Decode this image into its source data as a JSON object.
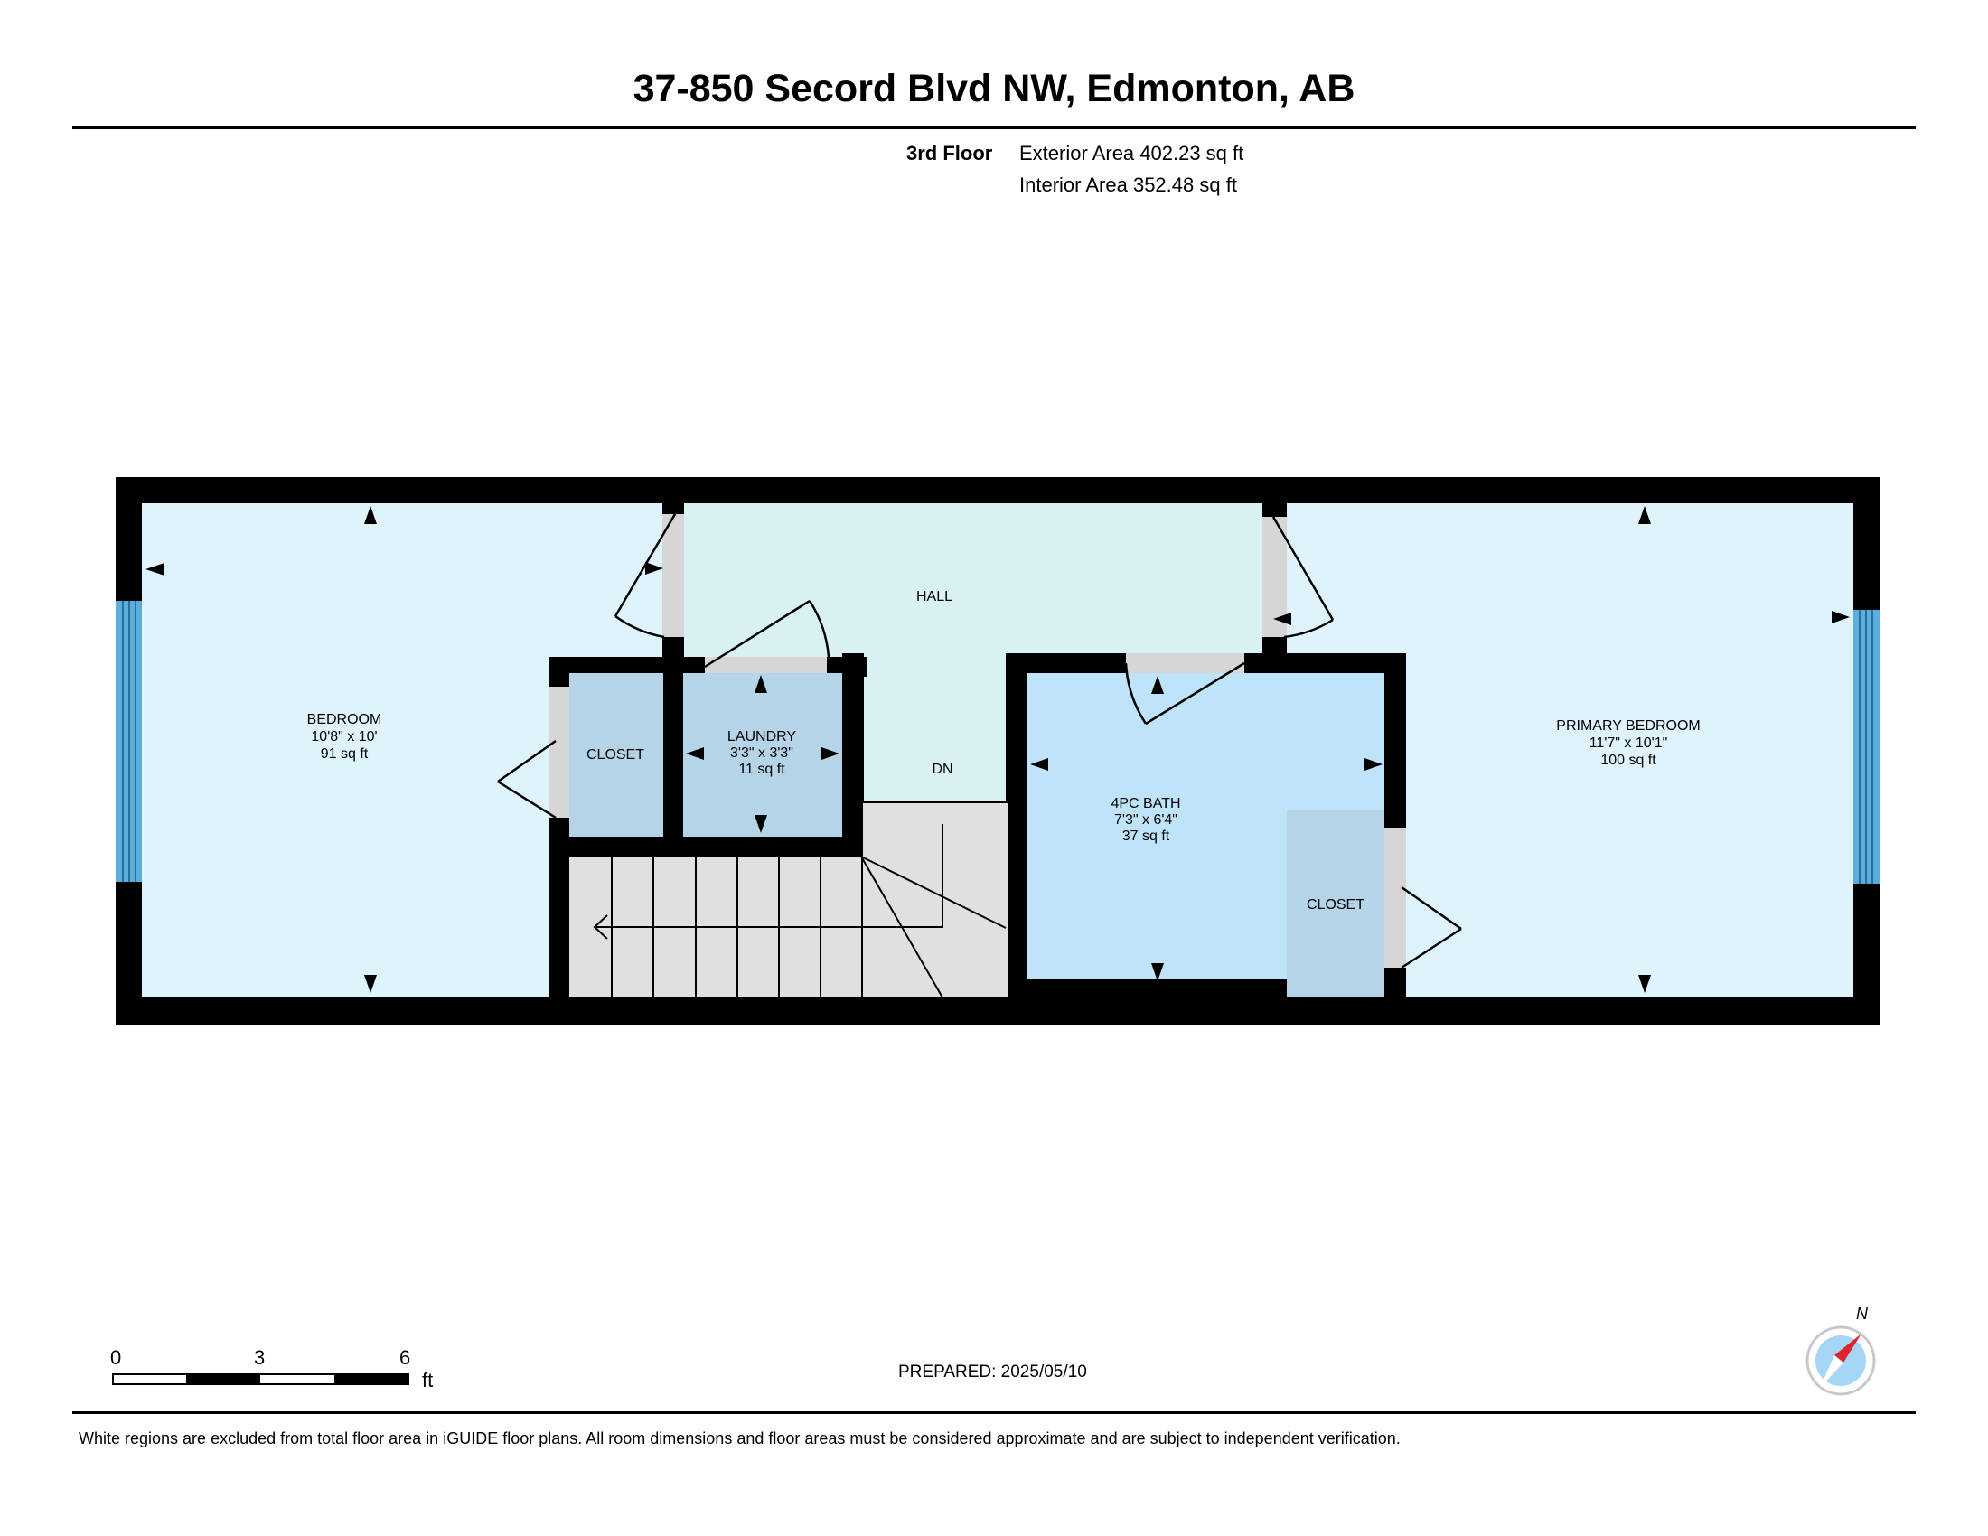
{
  "header": {
    "title": "37-850 Secord Blvd NW, Edmonton, AB",
    "floor_name": "3rd Floor",
    "exterior_area": "Exterior Area 402.23 sq ft",
    "interior_area": "Interior Area 352.48 sq ft"
  },
  "rooms": {
    "bedroom": {
      "name": "BEDROOM",
      "dims": "10'8\" x 10'",
      "area": "91 sq ft"
    },
    "closet_left": {
      "name": "CLOSET"
    },
    "laundry": {
      "name": "LAUNDRY",
      "dims": "3'3\" x 3'3\"",
      "area": "11 sq ft"
    },
    "hall": {
      "name": "HALL"
    },
    "stairs": {
      "label": "DN"
    },
    "bath": {
      "name": "4PC BATH",
      "dims": "7'3\" x 6'4\"",
      "area": "37 sq ft"
    },
    "closet_right": {
      "name": "CLOSET"
    },
    "primary_bedroom": {
      "name": "PRIMARY BEDROOM",
      "dims": "11'7\" x 10'1\"",
      "area": "100 sq ft"
    }
  },
  "scale_bar": {
    "ticks": [
      "0",
      "3",
      "6"
    ],
    "unit": "ft"
  },
  "prepared": "PREPARED: 2025/05/10",
  "compass": {
    "label": "N"
  },
  "footer": {
    "disclaimer": "White regions are excluded from total floor area in iGUIDE floor plans. All room dimensions and floor areas must be considered approximate and are subject to independent verification."
  },
  "colors": {
    "bedroom_fill": "#def3fc",
    "hall_fill": "#d8f1f3",
    "closet_fill": "#b5d4e8",
    "bath_fill": "#bfe4fa",
    "stairs_fill": "#e0e0e0",
    "window": "#5aaede",
    "wall": "#000000",
    "compass_red": "#e0242c"
  }
}
